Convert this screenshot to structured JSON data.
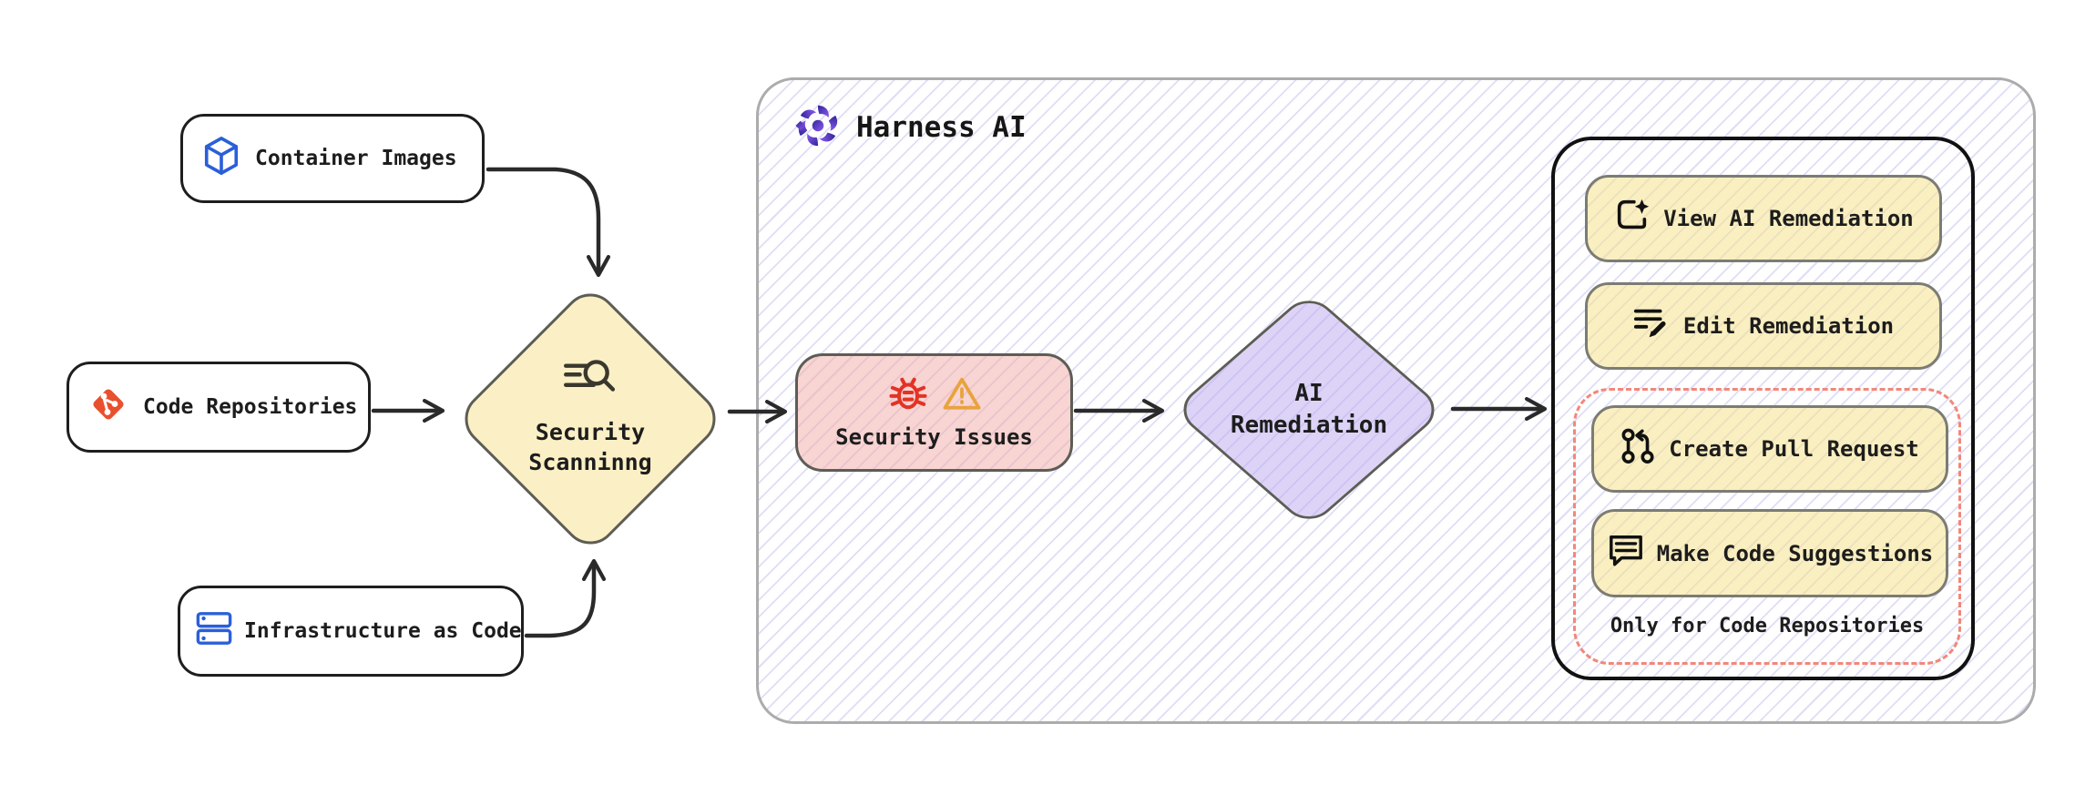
{
  "sources": {
    "container_images": {
      "label": "Container Images",
      "icon": "cube-icon"
    },
    "code_repositories": {
      "label": "Code Repositories",
      "icon": "git-icon"
    },
    "infrastructure_as_code": {
      "label": "Infrastructure as Code",
      "icon": "server-stack-icon"
    }
  },
  "scanning": {
    "line1": "Security",
    "line2": "Scanninng",
    "icon": "scan-search-icon"
  },
  "issues": {
    "label": "Security Issues",
    "icons": [
      "bug-icon",
      "warning-icon"
    ]
  },
  "remediation": {
    "line1": "AI",
    "line2": "Remediation"
  },
  "harness": {
    "title": "Harness AI",
    "icon": "harness-pinwheel-icon"
  },
  "actions": {
    "view": {
      "label": "View AI Remediation",
      "icon": "doc-sparkle-icon"
    },
    "edit": {
      "label": "Edit Remediation",
      "icon": "lines-pencil-icon"
    },
    "create_pr": {
      "label": "Create Pull Request",
      "icon": "pull-request-icon"
    },
    "suggestions": {
      "label": "Make Code Suggestions",
      "icon": "comment-lines-icon"
    },
    "note": "Only for Code Repositories"
  },
  "colors": {
    "yellow_fill": "#FBF0C5",
    "pink_fill": "#F8D4D2",
    "purple_fill": "#DDD3F7",
    "harness_purple": "#6B46E5",
    "git_orange": "#E8502E",
    "icon_blue": "#2B5FD9",
    "bug_red": "#E23325",
    "warning_orange": "#E8A33D",
    "dashed_red": "#F2877A",
    "container_border": "#ACACAC",
    "hatch_line": "#7D7DD7",
    "arrow": "#2A2A2A"
  }
}
